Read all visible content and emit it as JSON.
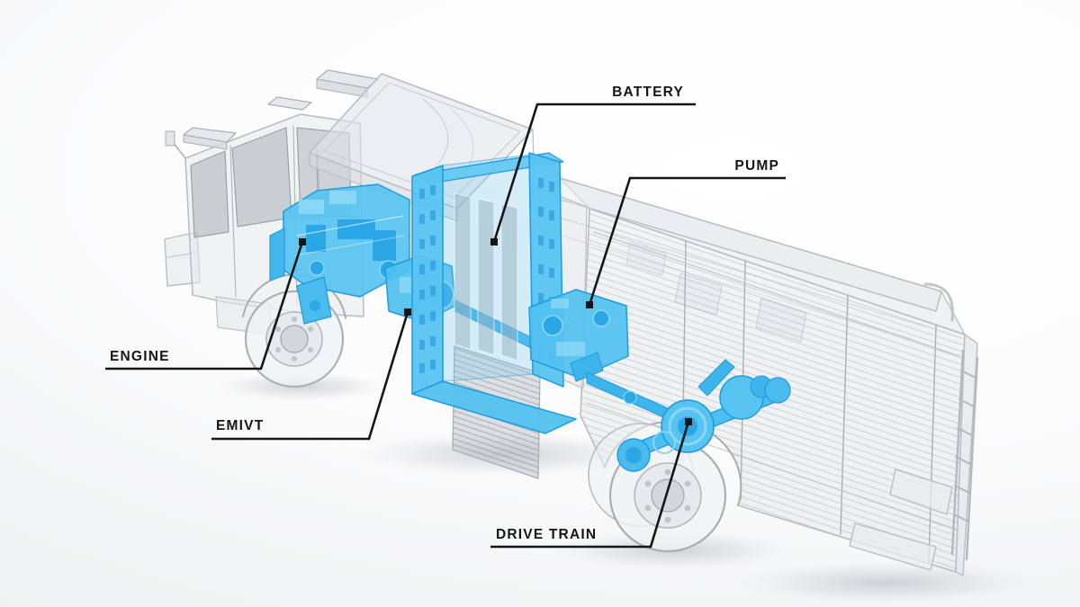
{
  "diagram": {
    "type": "annotated-cutaway-illustration",
    "subject": "electric fire truck cutaway with highlighted powertrain components",
    "colors": {
      "highlight": "#53c1f0",
      "highlight_deep": "#2aa7e5",
      "highlight_light": "#8ad6f6",
      "ghost_line": "#b9bec5",
      "annotation_line": "#161616",
      "label_text": "#151515"
    },
    "labels": [
      {
        "id": "battery",
        "text": "BATTERY"
      },
      {
        "id": "pump",
        "text": "PUMP"
      },
      {
        "id": "engine",
        "text": "ENGINE"
      },
      {
        "id": "emivt",
        "text": "EMIVT"
      },
      {
        "id": "drive-train",
        "text": "DRIVE TRAIN"
      }
    ]
  }
}
